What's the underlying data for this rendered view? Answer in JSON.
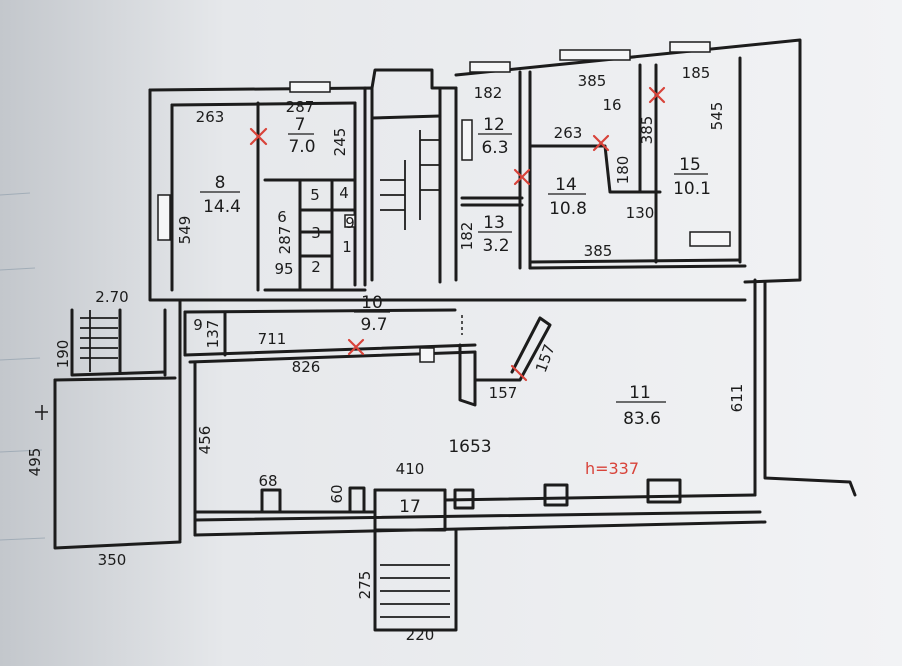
{
  "rooms": {
    "r7": {
      "num": "7",
      "area": "7.0"
    },
    "r8": {
      "num": "8",
      "area": "14.4"
    },
    "r10": {
      "num": "10",
      "area": "9.7"
    },
    "r11": {
      "num": "11",
      "area": "83.6"
    },
    "r12": {
      "num": "12",
      "area": "6.3"
    },
    "r13": {
      "num": "13",
      "area": "3.2"
    },
    "r14": {
      "num": "14",
      "area": "10.8"
    },
    "r15": {
      "num": "15",
      "area": "10.1"
    },
    "r1": "1",
    "r2": "2",
    "r3": "3",
    "r4": "4",
    "r5": "5",
    "r6": "6",
    "r9": "9",
    "r9b": "9",
    "r16": "16",
    "r17": "17"
  },
  "dims": {
    "d263a": "263",
    "d287a": "287",
    "d245": "245",
    "d549": "549",
    "d287b": "287",
    "d95": "95",
    "d182a": "182",
    "d385a": "385",
    "d185": "185",
    "d545": "545",
    "d263b": "263",
    "d180": "180",
    "d385b": "385",
    "d130": "130",
    "d182b": "182",
    "d385c": "385",
    "d270": "2.70",
    "d190": "190",
    "d137": "137",
    "d711": "711",
    "d826": "826",
    "d157a": "157",
    "d157b": "157",
    "d611": "611",
    "d456": "456",
    "d1653": "1653",
    "d410": "410",
    "d68": "68",
    "d60": "60",
    "d495": "495",
    "d350": "350",
    "d275": "275",
    "d220": "220"
  },
  "ceiling": "h=337",
  "colors": {
    "ink": "#1c1c1c",
    "paper": "#eef0f2",
    "marker": "#d8433a"
  }
}
